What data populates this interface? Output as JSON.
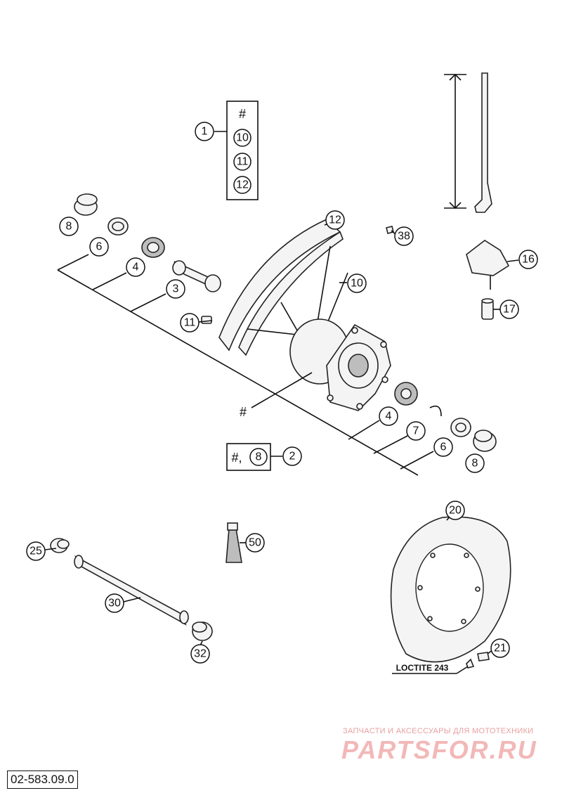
{
  "callouts": {
    "c1": "1",
    "c10a": "10",
    "c11a": "11",
    "c12a": "12",
    "c8a": "8",
    "c6a": "6",
    "c4a": "4",
    "c3": "3",
    "c12b": "12",
    "c38": "38",
    "c16": "16",
    "c10b": "10",
    "c11b": "11",
    "c17": "17",
    "c4b": "4",
    "c7": "7",
    "c6b": "6",
    "c8b": "8",
    "c2": "2",
    "c8c": "8",
    "c20": "20",
    "c25": "25",
    "c50": "50",
    "c30": "30",
    "c21": "21",
    "c32": "32"
  },
  "labels": {
    "hash_top": "#",
    "hash_hub": "#",
    "hash_comma": "#,",
    "loctite": "LOCTITE 243"
  },
  "watermark": {
    "text": "ЗАПЧАСТИ И АКСЕССУАРЫ ДЛЯ МОТОТЕХНИКИ",
    "logo": "PARTSFOR.RU"
  },
  "doc_number": "02-583.09.0",
  "colors": {
    "line": "#111111",
    "watermark": "#f2b8b8"
  }
}
